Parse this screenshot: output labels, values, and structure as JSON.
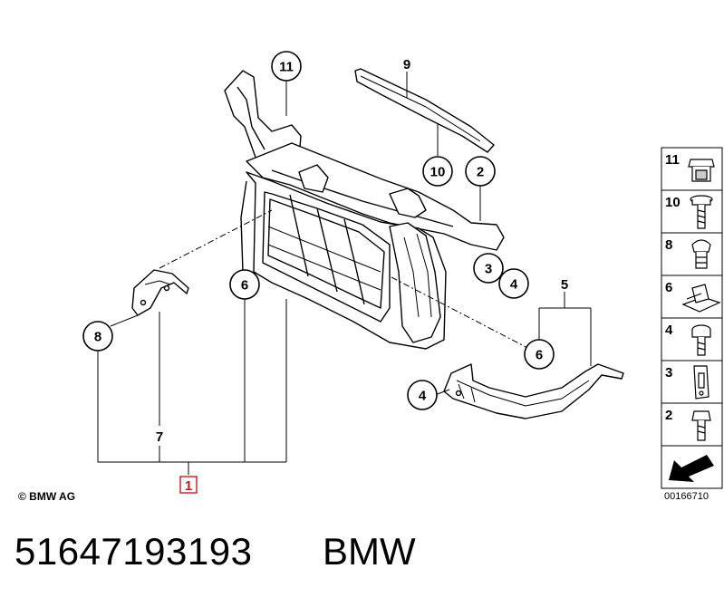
{
  "diagram": {
    "callouts": [
      "11",
      "9",
      "10",
      "2",
      "3",
      "4",
      "6",
      "8",
      "5",
      "6",
      "4"
    ],
    "plain_labels": [
      "7",
      "1"
    ],
    "highlighted_label": "1",
    "highlight_color": "#d9141e"
  },
  "legend": {
    "items": [
      {
        "num": "11",
        "icon": "clip-nut-icon"
      },
      {
        "num": "10",
        "icon": "hex-bolt-icon"
      },
      {
        "num": "8",
        "icon": "expanding-rivet-icon"
      },
      {
        "num": "6",
        "icon": "spring-nut-icon"
      },
      {
        "num": "4",
        "icon": "torx-screw-icon"
      },
      {
        "num": "3",
        "icon": "slotted-bracket-icon"
      },
      {
        "num": "2",
        "icon": "hex-screw-icon"
      }
    ]
  },
  "footer": {
    "copyright": "© BMW AG",
    "doc_number": "00166710",
    "part_number": "51647193193",
    "brand": "BMW"
  }
}
